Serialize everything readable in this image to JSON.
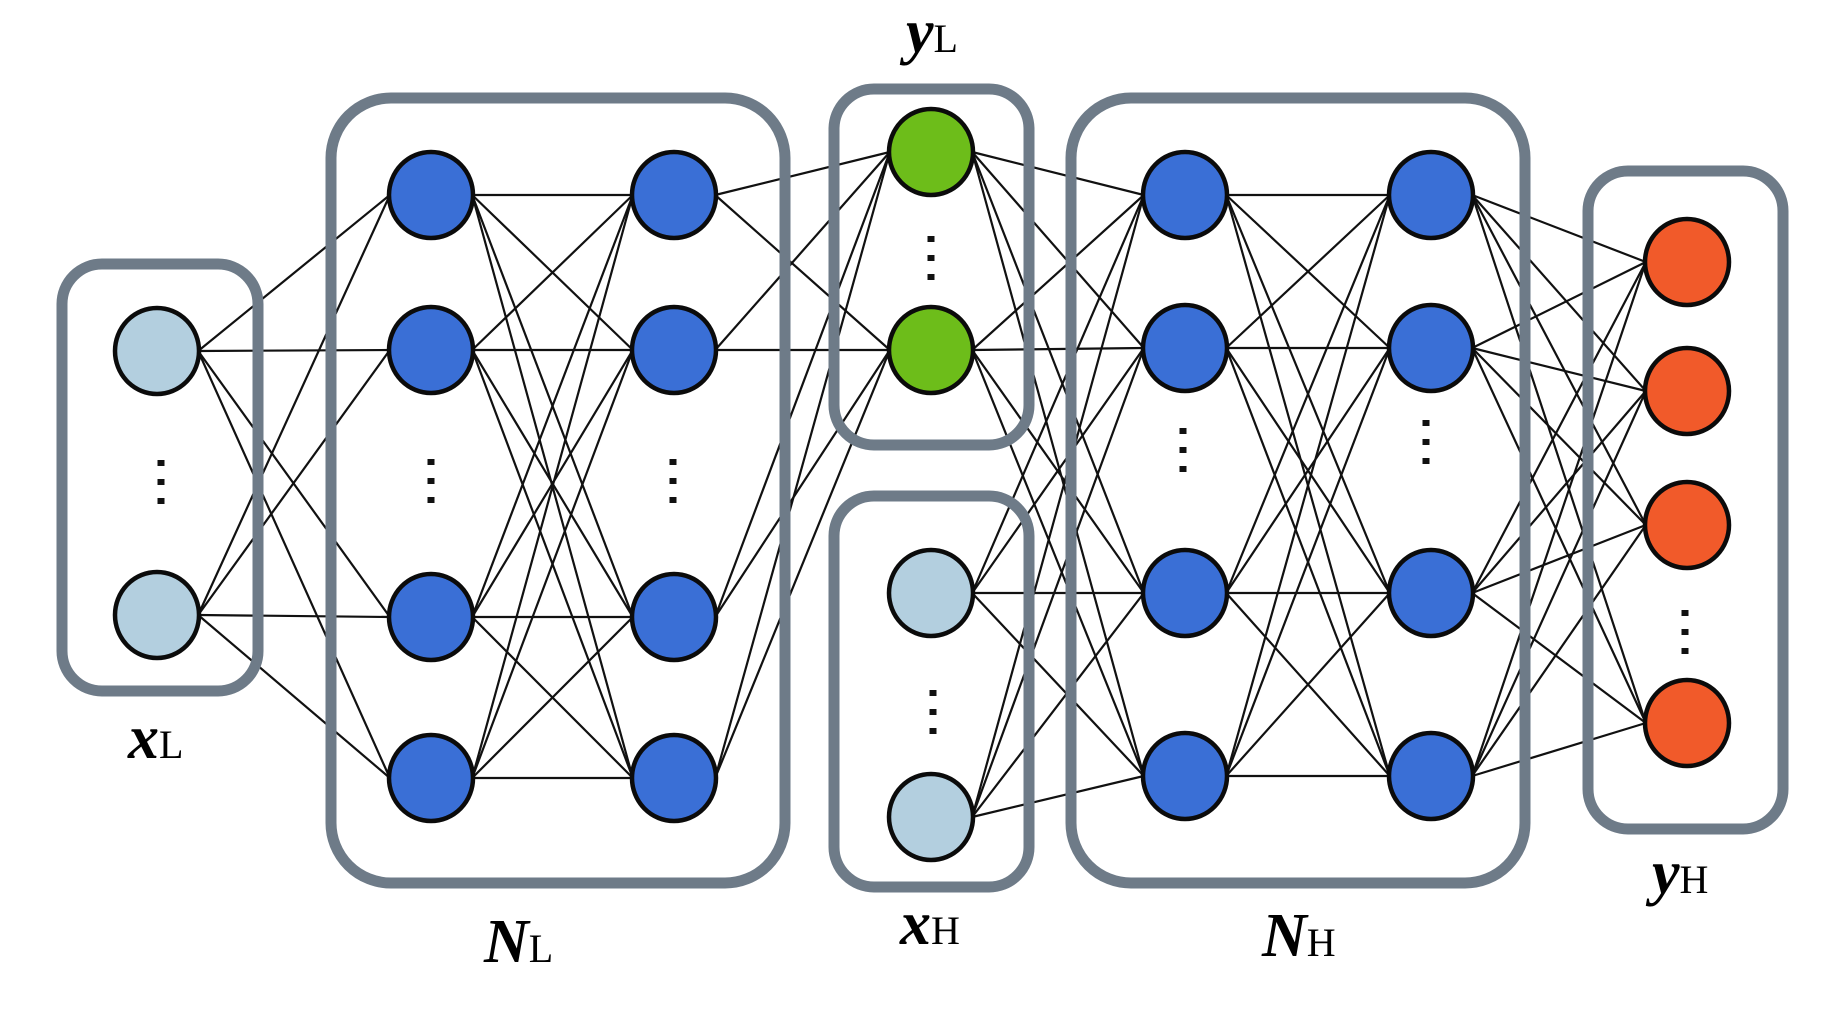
{
  "figure": {
    "description": "Multi-fidelity neural network: low-fidelity network N_L maps x_L to y_L; high-fidelity network N_H takes y_L and x_H to predict y_H",
    "colors": {
      "input_node": "#b3cfdf",
      "hidden_node": "#3a6fd6",
      "low_output_node": "#6dbd1a",
      "high_output_node": "#f15a2a",
      "group_border": "#6e7b88",
      "edge": "#111111"
    },
    "groups": [
      {
        "id": "xL",
        "label_main": "x",
        "label_sub": "L",
        "role": "low-fidelity input",
        "node_type": "input_node",
        "visible_nodes": 2,
        "has_ellipsis": true
      },
      {
        "id": "NL",
        "label_main": "N",
        "label_sub": "L",
        "role": "low-fidelity network",
        "node_type": "hidden_node",
        "columns": 2,
        "visible_nodes_per_column": 4,
        "has_ellipsis": true
      },
      {
        "id": "yL",
        "label_main": "y",
        "label_sub": "L",
        "role": "low-fidelity output",
        "node_type": "low_output_node",
        "visible_nodes": 2,
        "has_ellipsis": true
      },
      {
        "id": "xH",
        "label_main": "x",
        "label_sub": "H",
        "role": "high-fidelity input",
        "node_type": "input_node",
        "visible_nodes": 2,
        "has_ellipsis": true
      },
      {
        "id": "NH",
        "label_main": "N",
        "label_sub": "H",
        "role": "high-fidelity network",
        "node_type": "hidden_node",
        "columns": 2,
        "visible_nodes_per_column": 4,
        "has_ellipsis": true
      },
      {
        "id": "yH",
        "label_main": "y",
        "label_sub": "H",
        "role": "high-fidelity output",
        "node_type": "high_output_node",
        "visible_nodes": 4,
        "has_ellipsis": true
      }
    ],
    "connections": [
      {
        "from": "xL",
        "to": "NL.col1",
        "type": "fully-connected"
      },
      {
        "from": "NL.col1",
        "to": "NL.col2",
        "type": "fully-connected"
      },
      {
        "from": "NL.col2",
        "to": "yL",
        "type": "fully-connected"
      },
      {
        "from": "yL",
        "to": "NH.col1",
        "type": "fully-connected"
      },
      {
        "from": "xH",
        "to": "NH.col1",
        "type": "fully-connected"
      },
      {
        "from": "NH.col1",
        "to": "NH.col2",
        "type": "fully-connected"
      },
      {
        "from": "NH.col2",
        "to": "yH",
        "type": "fully-connected"
      }
    ]
  }
}
